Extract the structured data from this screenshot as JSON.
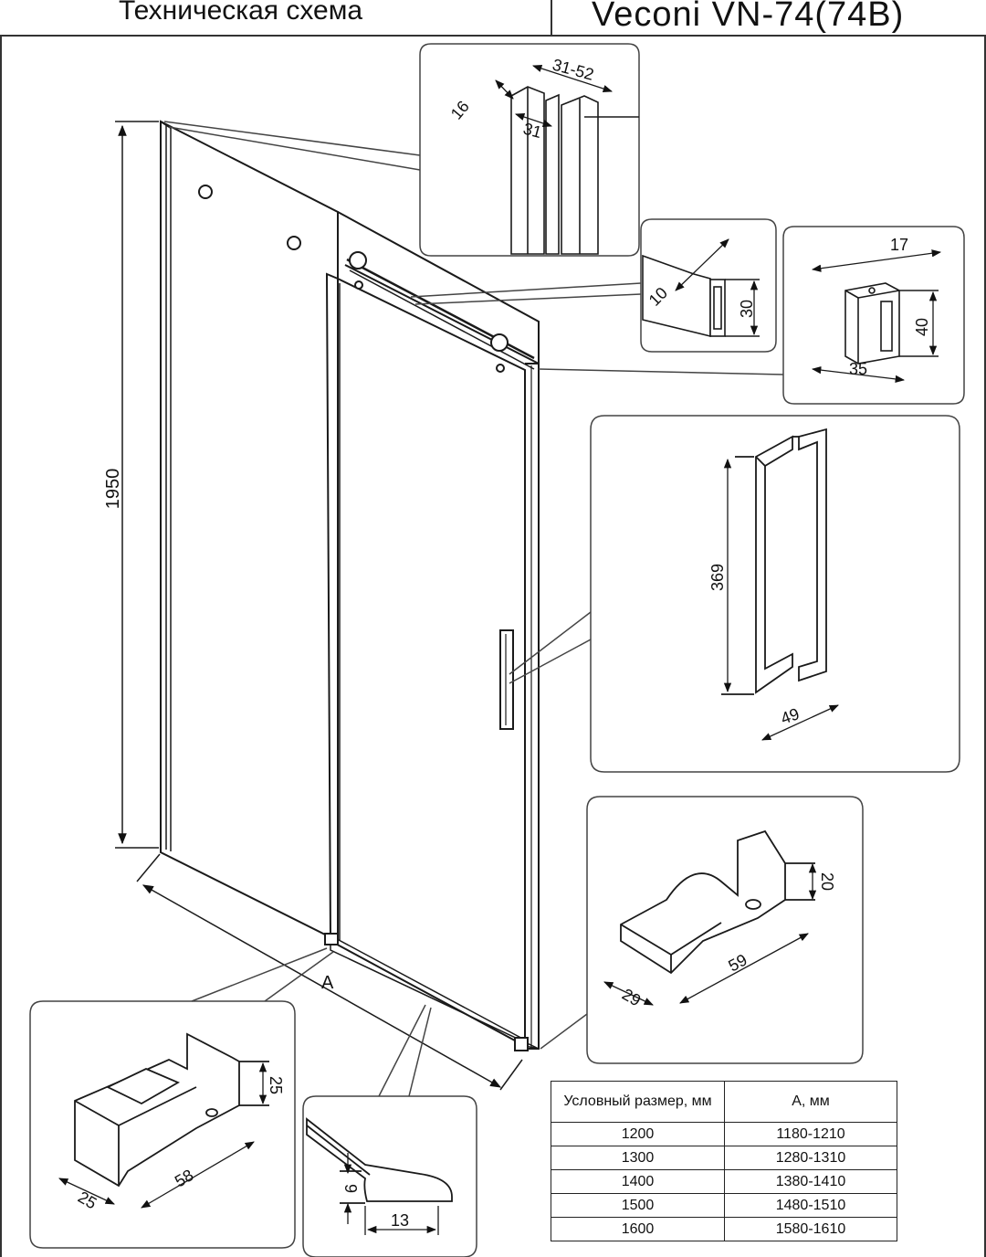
{
  "header": {
    "title": "Техническая схема",
    "model": "Veconi VN-74(74B)"
  },
  "dimensions": {
    "height": "1950",
    "width_label": "A",
    "profile_range": "31-52",
    "profile_depth": "16",
    "profile_width": "31",
    "rail_thickness": "10",
    "rail_height": "30",
    "bracket_top": "17",
    "bracket_height": "40",
    "bracket_width": "35",
    "handle_height": "369",
    "handle_depth": "49",
    "guide_height": "20",
    "guide_length": "59",
    "guide_width": "29",
    "stopper_height": "25",
    "stopper_width": "25",
    "stopper_length": "58",
    "seal_height": "9",
    "seal_width": "13"
  },
  "table": {
    "headers": [
      "Условный размер, мм",
      "А, мм"
    ],
    "rows": [
      [
        "1200",
        "1180-1210"
      ],
      [
        "1300",
        "1280-1310"
      ],
      [
        "1400",
        "1380-1410"
      ],
      [
        "1500",
        "1480-1510"
      ],
      [
        "1600",
        "1580-1610"
      ]
    ]
  },
  "colors": {
    "line": "#1a1a1a",
    "callout": "#444444",
    "background": "#ffffff"
  }
}
